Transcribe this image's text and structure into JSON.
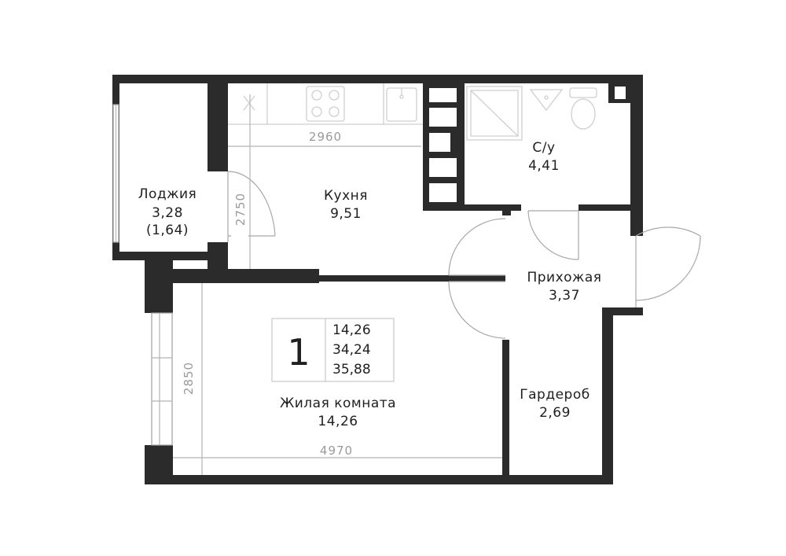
{
  "rooms": {
    "loggia": {
      "name": "Лоджия",
      "area": "3,28",
      "reduced_area": "(1,64)"
    },
    "kitchen": {
      "name": "Кухня",
      "area": "9,51"
    },
    "bathroom": {
      "name": "С/у",
      "area": "4,41"
    },
    "hallway": {
      "name": "Прихожая",
      "area": "3,37"
    },
    "wardrobe": {
      "name": "Гардероб",
      "area": "2,69"
    },
    "living": {
      "name": "Жилая комната",
      "area": "14,26"
    }
  },
  "dimensions": {
    "kitchen_width": "2960",
    "kitchen_depth": "2750",
    "living_depth": "2850",
    "living_width": "4970"
  },
  "summary": {
    "rooms_count": "1",
    "living_area": "14,26",
    "total_area": "34,24",
    "total_with_loggia": "35,88"
  },
  "colors": {
    "wall": "#2b2b2b",
    "lines": "#c8c8c8",
    "text": "#1f1f1f"
  }
}
